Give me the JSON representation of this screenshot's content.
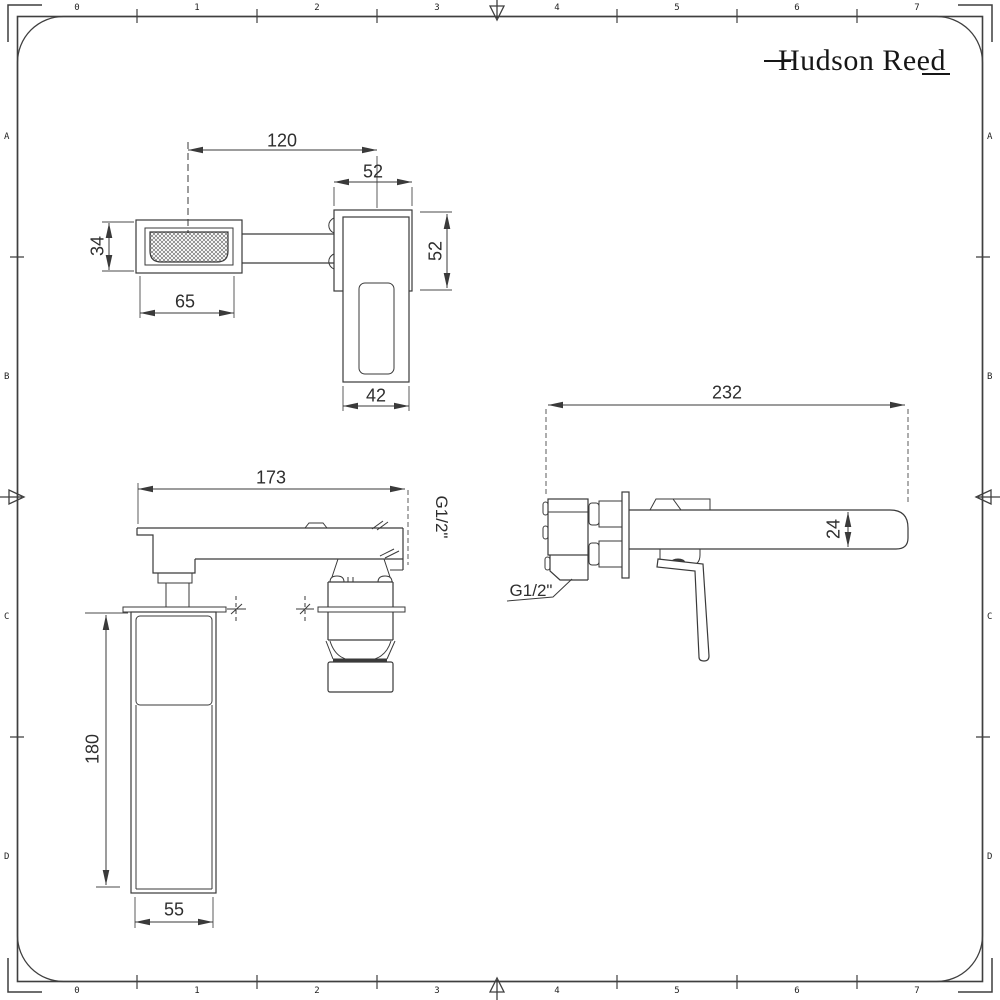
{
  "brand": {
    "name": "Hudson Reed"
  },
  "frame": {
    "h_labels": [
      "0",
      "1",
      "2",
      "3",
      "4",
      "5",
      "6",
      "7"
    ],
    "v_labels": [
      "A",
      "B",
      "C",
      "D"
    ]
  },
  "views": {
    "plan_view": {
      "dims": {
        "spout_center_offset": "120",
        "escutcheon_width": "52",
        "spout_width": "34",
        "spout_tip_length": "65",
        "handle_width": "42",
        "escutcheon_height": "52"
      }
    },
    "front_view": {
      "dims": {
        "spout_length": "173",
        "inlet_thread": "G1/2\"",
        "concealed_body_height": "180",
        "concealed_body_width": "55"
      }
    },
    "side_view": {
      "dims": {
        "projection": "232",
        "spout_thickness": "24",
        "inlet_thread": "G1/2\""
      }
    }
  }
}
